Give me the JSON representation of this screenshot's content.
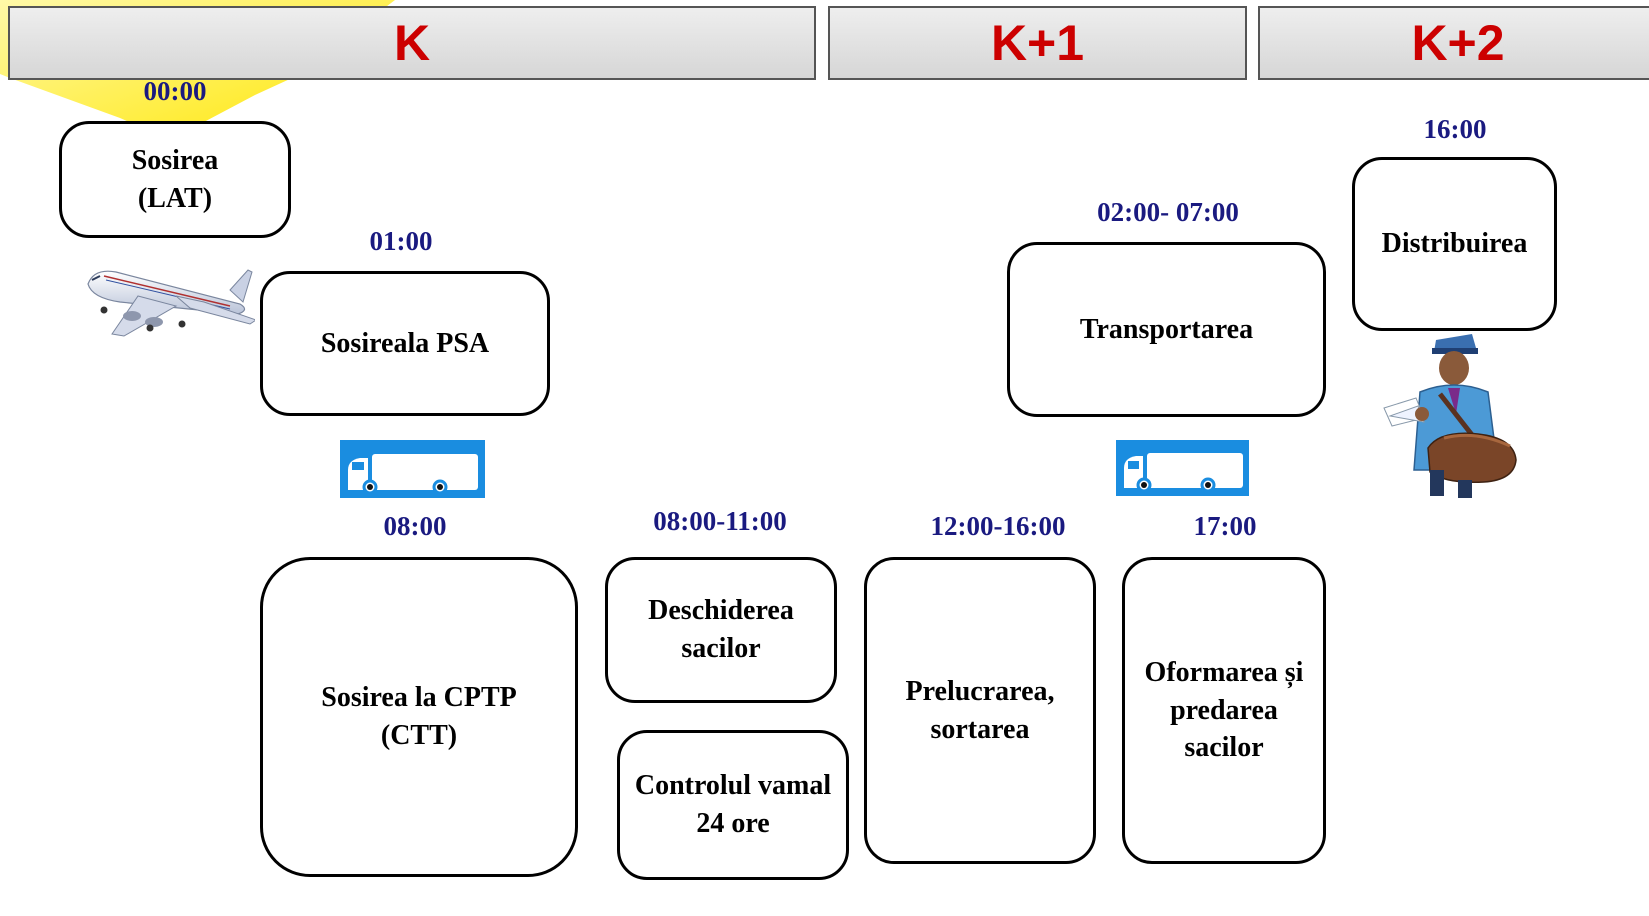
{
  "colors": {
    "day_label": "#cc0000",
    "time_label": "#1a1a80",
    "truck_bg": "#1a8de0",
    "highlight": "#ffea3a"
  },
  "days": [
    {
      "label": "K"
    },
    {
      "label": "K+1"
    },
    {
      "label": "K+2"
    }
  ],
  "steps": [
    {
      "time": "00:00",
      "label": "Sosirea\n(LAT)"
    },
    {
      "time": "01:00",
      "label": "Sosireala PSA"
    },
    {
      "time": "08:00",
      "label": "Sosirea la CPTP\n(CTT)"
    },
    {
      "time": "08:00-11:00",
      "label": "Deschiderea\nsacilor"
    },
    {
      "time": "",
      "label": "Controlul vamal\n24 ore"
    },
    {
      "time": "12:00-16:00",
      "label": "Prelucrarea,\nsortarea"
    },
    {
      "time": "17:00",
      "label": "Oformarea și\npredarea\nsacilor"
    },
    {
      "time": "02:00- 07:00",
      "label": "Transportarea"
    },
    {
      "time": "16:00",
      "label": "Distribuirea"
    }
  ],
  "icons": [
    "airplane-icon",
    "truck-icon",
    "truck-icon",
    "postman-icon"
  ]
}
